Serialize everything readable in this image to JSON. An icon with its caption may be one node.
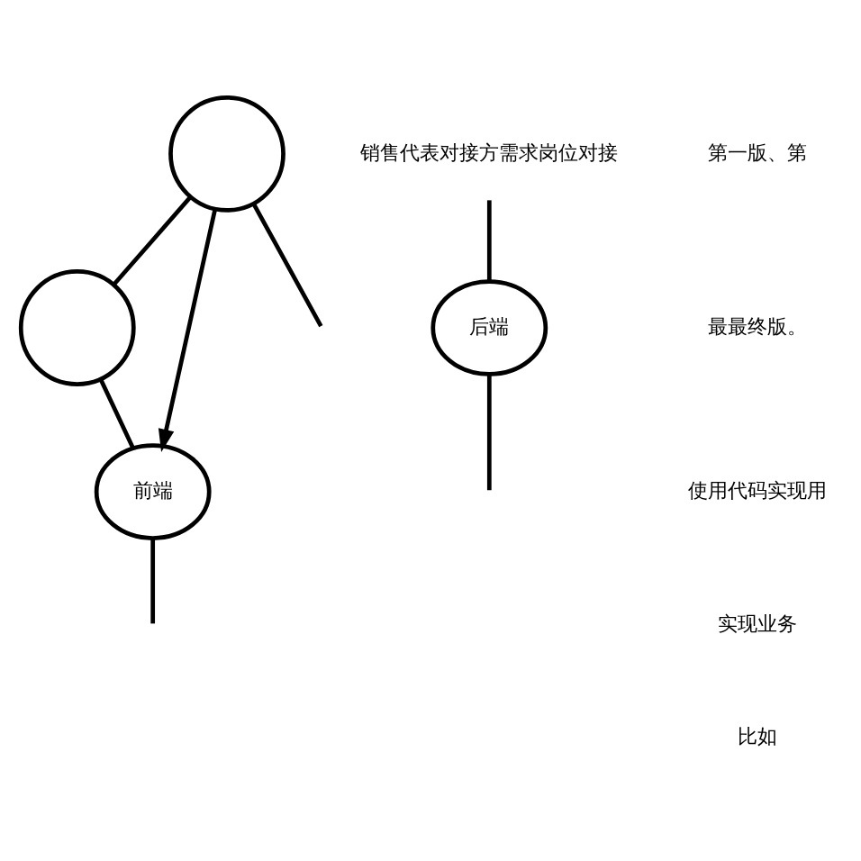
{
  "diagram": {
    "nodes": [
      {
        "text": [],
        "shape": "circle"
      },
      {
        "text": [],
        "shape": "circle"
      },
      {
        "text": [
          "前端"
        ]
      },
      {
        "text": [
          "后端"
        ]
      },
      {
        "text": [
          "销售代表对接方需求岗位对接"
        ]
      }
    ],
    "edges": [
      {
        "from": 0,
        "to": 2,
        "arrow": "to"
      },
      {
        "from": 0,
        "to": 1,
        "arrow": "none"
      },
      {
        "from": 1,
        "to": 2,
        "arrow": "none"
      },
      {
        "from": 0,
        "to": null,
        "arrow": "none"
      },
      {
        "from": 2,
        "to": null,
        "arrow": "none"
      },
      {
        "from": 4,
        "to": 3,
        "arrow": "none"
      },
      {
        "from": 3,
        "to": null,
        "arrow": "none"
      }
    ],
    "labels": [
      "第一版、第",
      "最最终版。",
      "使用代码实现用",
      "实现业务",
      "比如"
    ]
  }
}
